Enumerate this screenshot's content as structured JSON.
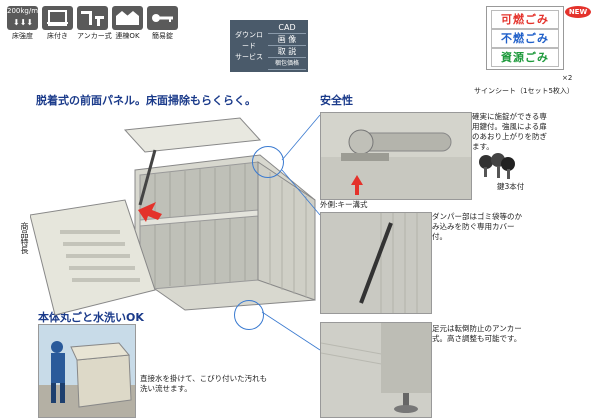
{
  "features": [
    {
      "icon": "load-capacity-icon",
      "top": "200kg/m²",
      "label": "床強度"
    },
    {
      "icon": "floor-icon",
      "top": "",
      "label": "床付き"
    },
    {
      "icon": "anchor-icon",
      "top": "",
      "label": "アンカー式"
    },
    {
      "icon": "connect-icon",
      "top": "",
      "label": "連棟OK"
    },
    {
      "icon": "key-icon",
      "top": "",
      "label": "簡易錠"
    }
  ],
  "download": {
    "side_line1": "ダウンロード",
    "side_line2": "サービス",
    "items": [
      "CAD",
      "画 像",
      "取 説",
      "梱包価格"
    ]
  },
  "sign": {
    "rows": [
      {
        "text": "可燃ごみ",
        "color": "#e4322b"
      },
      {
        "text": "不燃ごみ",
        "color": "#1f5fc9"
      },
      {
        "text": "資源ごみ",
        "color": "#1e9a3c"
      }
    ],
    "new_badge": "NEW",
    "multiplier": "×2",
    "caption": "サインシート（1セット5枚入）"
  },
  "side_label": "商品特長",
  "headline_main": "脱着式の前面パネル。床面掃除もらくらく。",
  "headline_safety": "安全性",
  "headline_wash": "本体丸ごと水洗いOK",
  "safety_note": "確実に施錠ができる専用鍵付。強風による扉のあおり上がりを防ぎます。",
  "key_caption": "鍵3本付",
  "groove_caption": "外側:キー溝式",
  "damper_note": "ダンパー部はゴミ袋等のかみ込みを防ぐ専用カバー付。",
  "anchor_note": "足元は転倒防止のアンカー式。高さ調整も可能です。",
  "wash_note": "直接水を掛けて、こびり付いた汚れも洗い流せます。"
}
